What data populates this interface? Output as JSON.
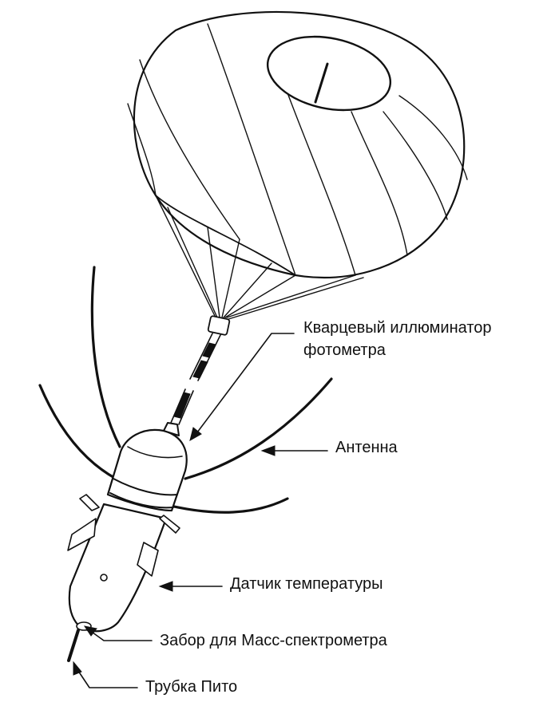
{
  "labels": {
    "window": [
      "Кварцевый иллюминатор",
      "фотометра"
    ],
    "antenna": "Антенна",
    "temperature": "Датчик температуры",
    "mass_spec": "Забор для Масс-спектрометра",
    "pitot": "Трубка Пито"
  },
  "colors": {
    "ink": "#111111",
    "background": "#ffffff"
  }
}
